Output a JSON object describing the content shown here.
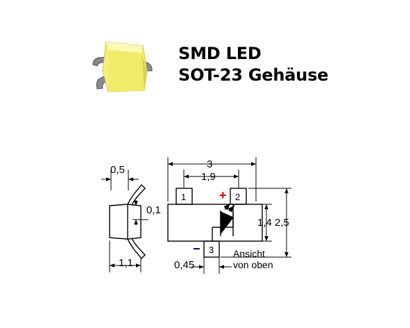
{
  "title": {
    "line1": "SMD LED",
    "line2": "SOT-23 Gehäuse"
  },
  "photo": {
    "body_color": "#f5f07a",
    "lead_color": "#8a8a8a"
  },
  "side_view": {
    "dim_lead_length": "0,5",
    "dim_standoff": "0,1",
    "dim_height": "1,1"
  },
  "top_view": {
    "dim_length": "3",
    "dim_pin_pitch": "1,9",
    "dim_body_width": "1,4",
    "dim_total_width": "2,5",
    "dim_lead_width": "0,45",
    "pin1_label": "1",
    "pin2_label": "2",
    "pin3_label": "3",
    "plus_sign": "+",
    "minus_sign": "−",
    "plus_color": "#cc0000",
    "minus_color": "#00007a",
    "view_label_line1": "Ansicht",
    "view_label_line2": "von oben"
  }
}
